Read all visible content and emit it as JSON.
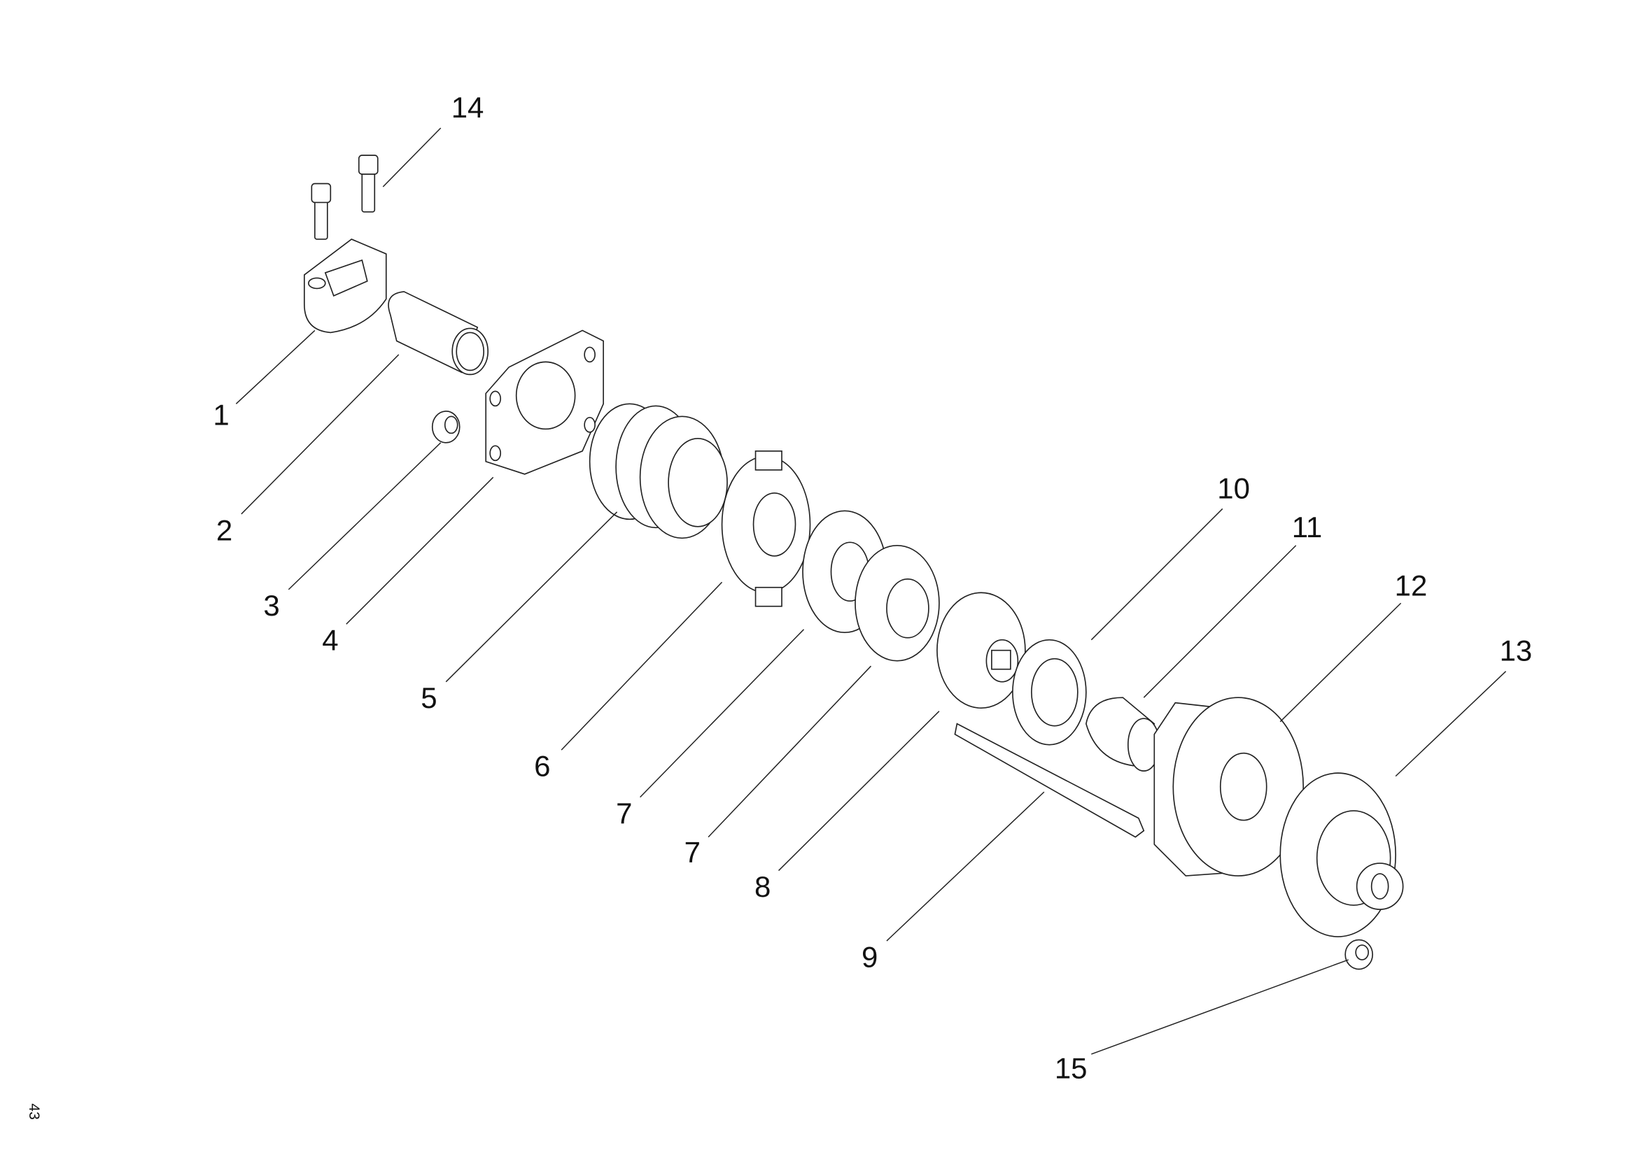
{
  "diagram": {
    "type": "exploded-parts-view",
    "page_number": "43",
    "callouts": [
      {
        "label": "14"
      },
      {
        "label": "1"
      },
      {
        "label": "2"
      },
      {
        "label": "3"
      },
      {
        "label": "4"
      },
      {
        "label": "5"
      },
      {
        "label": "6"
      },
      {
        "label": "7"
      },
      {
        "label": "7"
      },
      {
        "label": "8"
      },
      {
        "label": "9"
      },
      {
        "label": "10"
      },
      {
        "label": "11"
      },
      {
        "label": "12"
      },
      {
        "label": "13"
      },
      {
        "label": "15"
      }
    ]
  }
}
